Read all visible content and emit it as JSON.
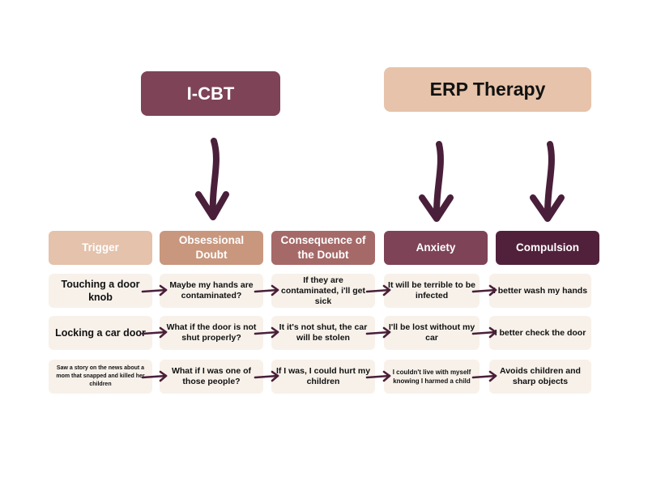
{
  "titles": {
    "icbt": "I-CBT",
    "erp": "ERP Therapy"
  },
  "headers": {
    "trigger": "Trigger",
    "doubt": "Obsessional Doubt",
    "consequence": "Consequence of the Doubt",
    "anxiety": "Anxiety",
    "compulsion": "Compulsion"
  },
  "rows": [
    {
      "trigger": "Touching a door knob",
      "doubt": "Maybe my hands are contaminated?",
      "consequence": "If they are contaminated, i'll get sick",
      "anxiety": "It will be terrible to be infected",
      "compulsion": "I better wash my hands"
    },
    {
      "trigger": "Locking a car door",
      "doubt": "What if the door is not shut properly?",
      "consequence": "It it's not shut, the car will be stolen",
      "anxiety": "I'll be lost without my car",
      "compulsion": "I better check the door"
    },
    {
      "trigger": "Saw a story on the news about a mom that snapped and killed her children",
      "doubt": "What if I was one of those people?",
      "consequence": "If I was, I could hurt my children",
      "anxiety": "I couldn't live with myself knowing I harmed a child",
      "compulsion": "Avoids children and sharp objects"
    }
  ],
  "colors": {
    "icbt": "#7e4356",
    "erp": "#e6c3aa",
    "trigger": "#e4c2ab",
    "doubt": "#c8977e",
    "consequence": "#a56968",
    "anxiety": "#7e4356",
    "compulsion": "#51213b",
    "cell": "#f7f1ea",
    "arrow": "#4a1f3a"
  },
  "icons": [
    "curved-down-arrow-icon",
    "right-arrow-icon"
  ]
}
